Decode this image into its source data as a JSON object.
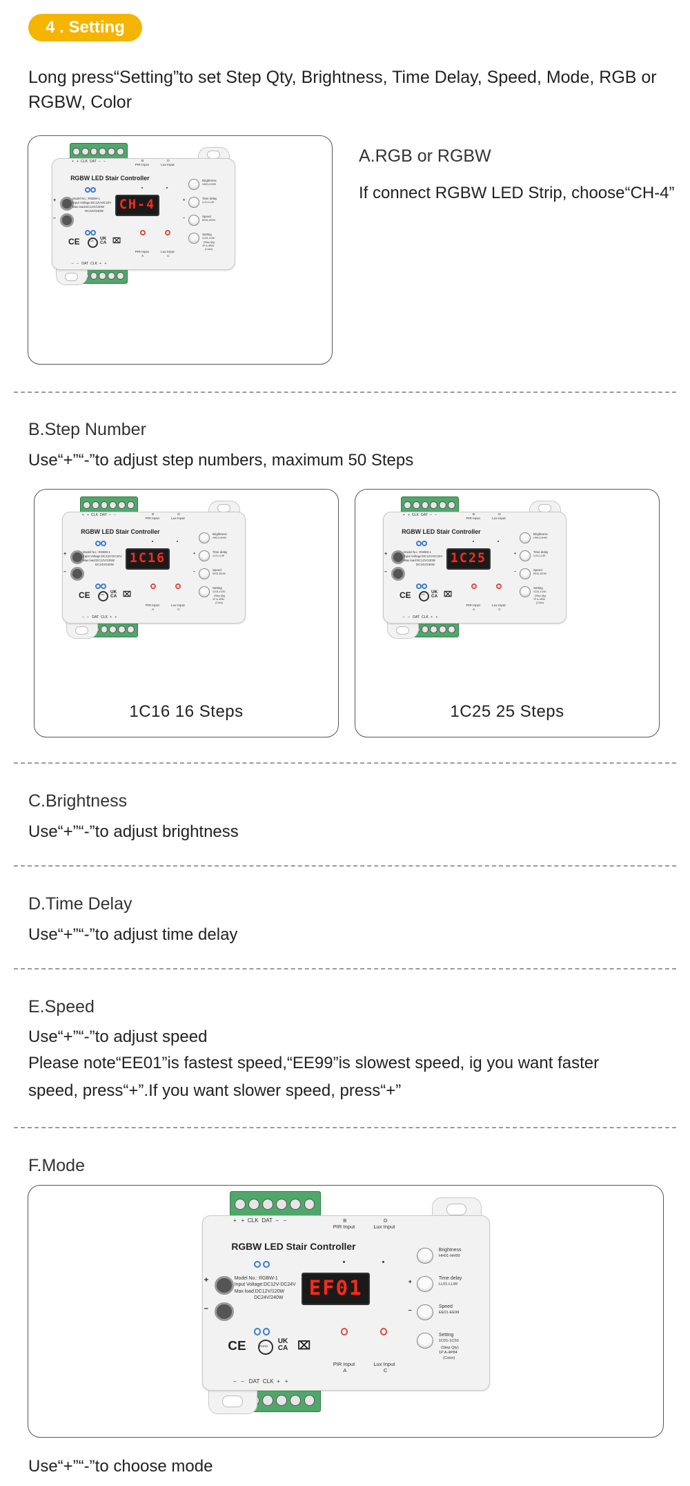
{
  "section_badge": "4 . Setting",
  "intro": "Long press“Setting”to set Step Qty, Brightness, Time Delay, Speed, Mode, RGB or RGBW, Color",
  "device": {
    "title": "RGBW LED Stair Controller",
    "model": "Model No.: RGBW-1",
    "input_voltage": "Input Voltage:DC12V-DC24V",
    "max_load_1": "Max load:DC12V/120W",
    "max_load_2": "DC24V/240W",
    "top_terminals": "+   +  CLK  DAT  –   –",
    "bottom_terminals": "–   –   DAT  CLK  +   +",
    "pir_b": "B",
    "pir_b_label": "PIR Input",
    "lux_d": "D",
    "lux_d_label": "Lux Input",
    "pir_a_label": "PIR Input",
    "pir_a": "A",
    "lux_c_label": "Lux Input",
    "lux_c": "C",
    "brightness_label": "Brightness",
    "brightness_range": "HH01-HH99",
    "time_delay_label": "Time delay",
    "time_delay_range": "LL01-LL99",
    "speed_label": "Speed",
    "speed_range": "EE01-EE99",
    "setting_label": "Setting",
    "setting_range_1": "1C01-1C50",
    "setting_range_2": "(Step Qty)",
    "setting_range_3": "1P A-4P84",
    "setting_range_4": "(Color)",
    "plus": "+",
    "minus": "–",
    "ce": "CE",
    "ukca_1": "UK",
    "ukca_2": "CA",
    "rohs": "RoHS",
    "bin": "⌧"
  },
  "sections": {
    "a": {
      "heading": "A.RGB or RGBW",
      "text": "If connect RGBW LED Strip, choose“CH-4”",
      "display": "CH-4"
    },
    "b": {
      "heading": "B.Step Number",
      "text": "Use“+”“-”to adjust step numbers, maximum 50 Steps",
      "left_display": "1C16",
      "left_caption": "1C16 16 Steps",
      "right_display": "1C25",
      "right_caption": "1C25 25 Steps"
    },
    "c": {
      "heading": "C.Brightness",
      "text": "Use“+”“-”to adjust brightness"
    },
    "d": {
      "heading": "D.Time Delay",
      "text": "Use“+”“-”to adjust time delay"
    },
    "e": {
      "heading": "E.Speed",
      "text1": "Use“+”“-”to adjust speed",
      "text2": "Please note“EE01”is fastest speed,“EE99”is slowest speed, ig you want faster",
      "text3": "speed, press“+”.If you want slower speed, press“+”"
    },
    "f": {
      "heading": "F.Mode",
      "display": "EF01",
      "text": "Use“+”“-”to choose mode"
    }
  },
  "colors": {
    "badge": "#f5b400",
    "terminal_green": "#4fa86a",
    "display_red": "#ff2a1a",
    "led_blue": "#3a7bd5",
    "led_red": "#e04a3a"
  }
}
